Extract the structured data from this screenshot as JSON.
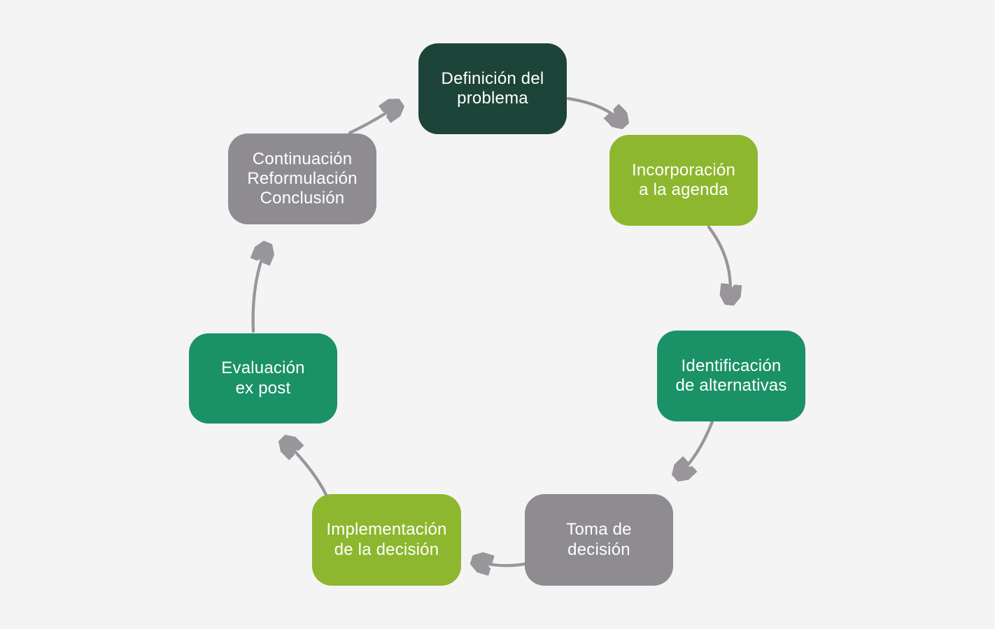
{
  "diagram": {
    "description": "Ciclo de políticas públicas / proceso de decisión",
    "colors": {
      "background": "#f5f4f5",
      "arrow": "#98969a",
      "node_text": "#ffffff",
      "dark_green": "#1d4438",
      "lime_green": "#8db72e",
      "teal_green": "#1b9167",
      "gray": "#8e8c90"
    },
    "nodes": [
      {
        "id": "definicion-del-problema",
        "label": "Definición del\nproblema",
        "color": "#1d4438"
      },
      {
        "id": "incorporacion-a-la-agenda",
        "label": "Incorporación\na la agenda",
        "color": "#8db72e"
      },
      {
        "id": "identificacion-de-alternativas",
        "label": "Identificación\nde alternativas",
        "color": "#1b9167"
      },
      {
        "id": "toma-de-decision",
        "label": "Toma de\ndecisión",
        "color": "#8e8c90"
      },
      {
        "id": "implementacion-de-la-decision",
        "label": "Implementación\nde la decisión",
        "color": "#8db72e"
      },
      {
        "id": "evaluacion-ex-post",
        "label": "Evaluación\nex post",
        "color": "#1b9167"
      },
      {
        "id": "continuacion-reformulacion-conclusion",
        "label": "Continuación\nReformulación\nConclusión",
        "color": "#8e8c90"
      }
    ],
    "edges": [
      {
        "from": "definicion-del-problema",
        "to": "incorporacion-a-la-agenda"
      },
      {
        "from": "incorporacion-a-la-agenda",
        "to": "identificacion-de-alternativas"
      },
      {
        "from": "identificacion-de-alternativas",
        "to": "toma-de-decision"
      },
      {
        "from": "toma-de-decision",
        "to": "implementacion-de-la-decision"
      },
      {
        "from": "implementacion-de-la-decision",
        "to": "evaluacion-ex-post"
      },
      {
        "from": "evaluacion-ex-post",
        "to": "continuacion-reformulacion-conclusion"
      },
      {
        "from": "continuacion-reformulacion-conclusion",
        "to": "definicion-del-problema"
      }
    ]
  }
}
